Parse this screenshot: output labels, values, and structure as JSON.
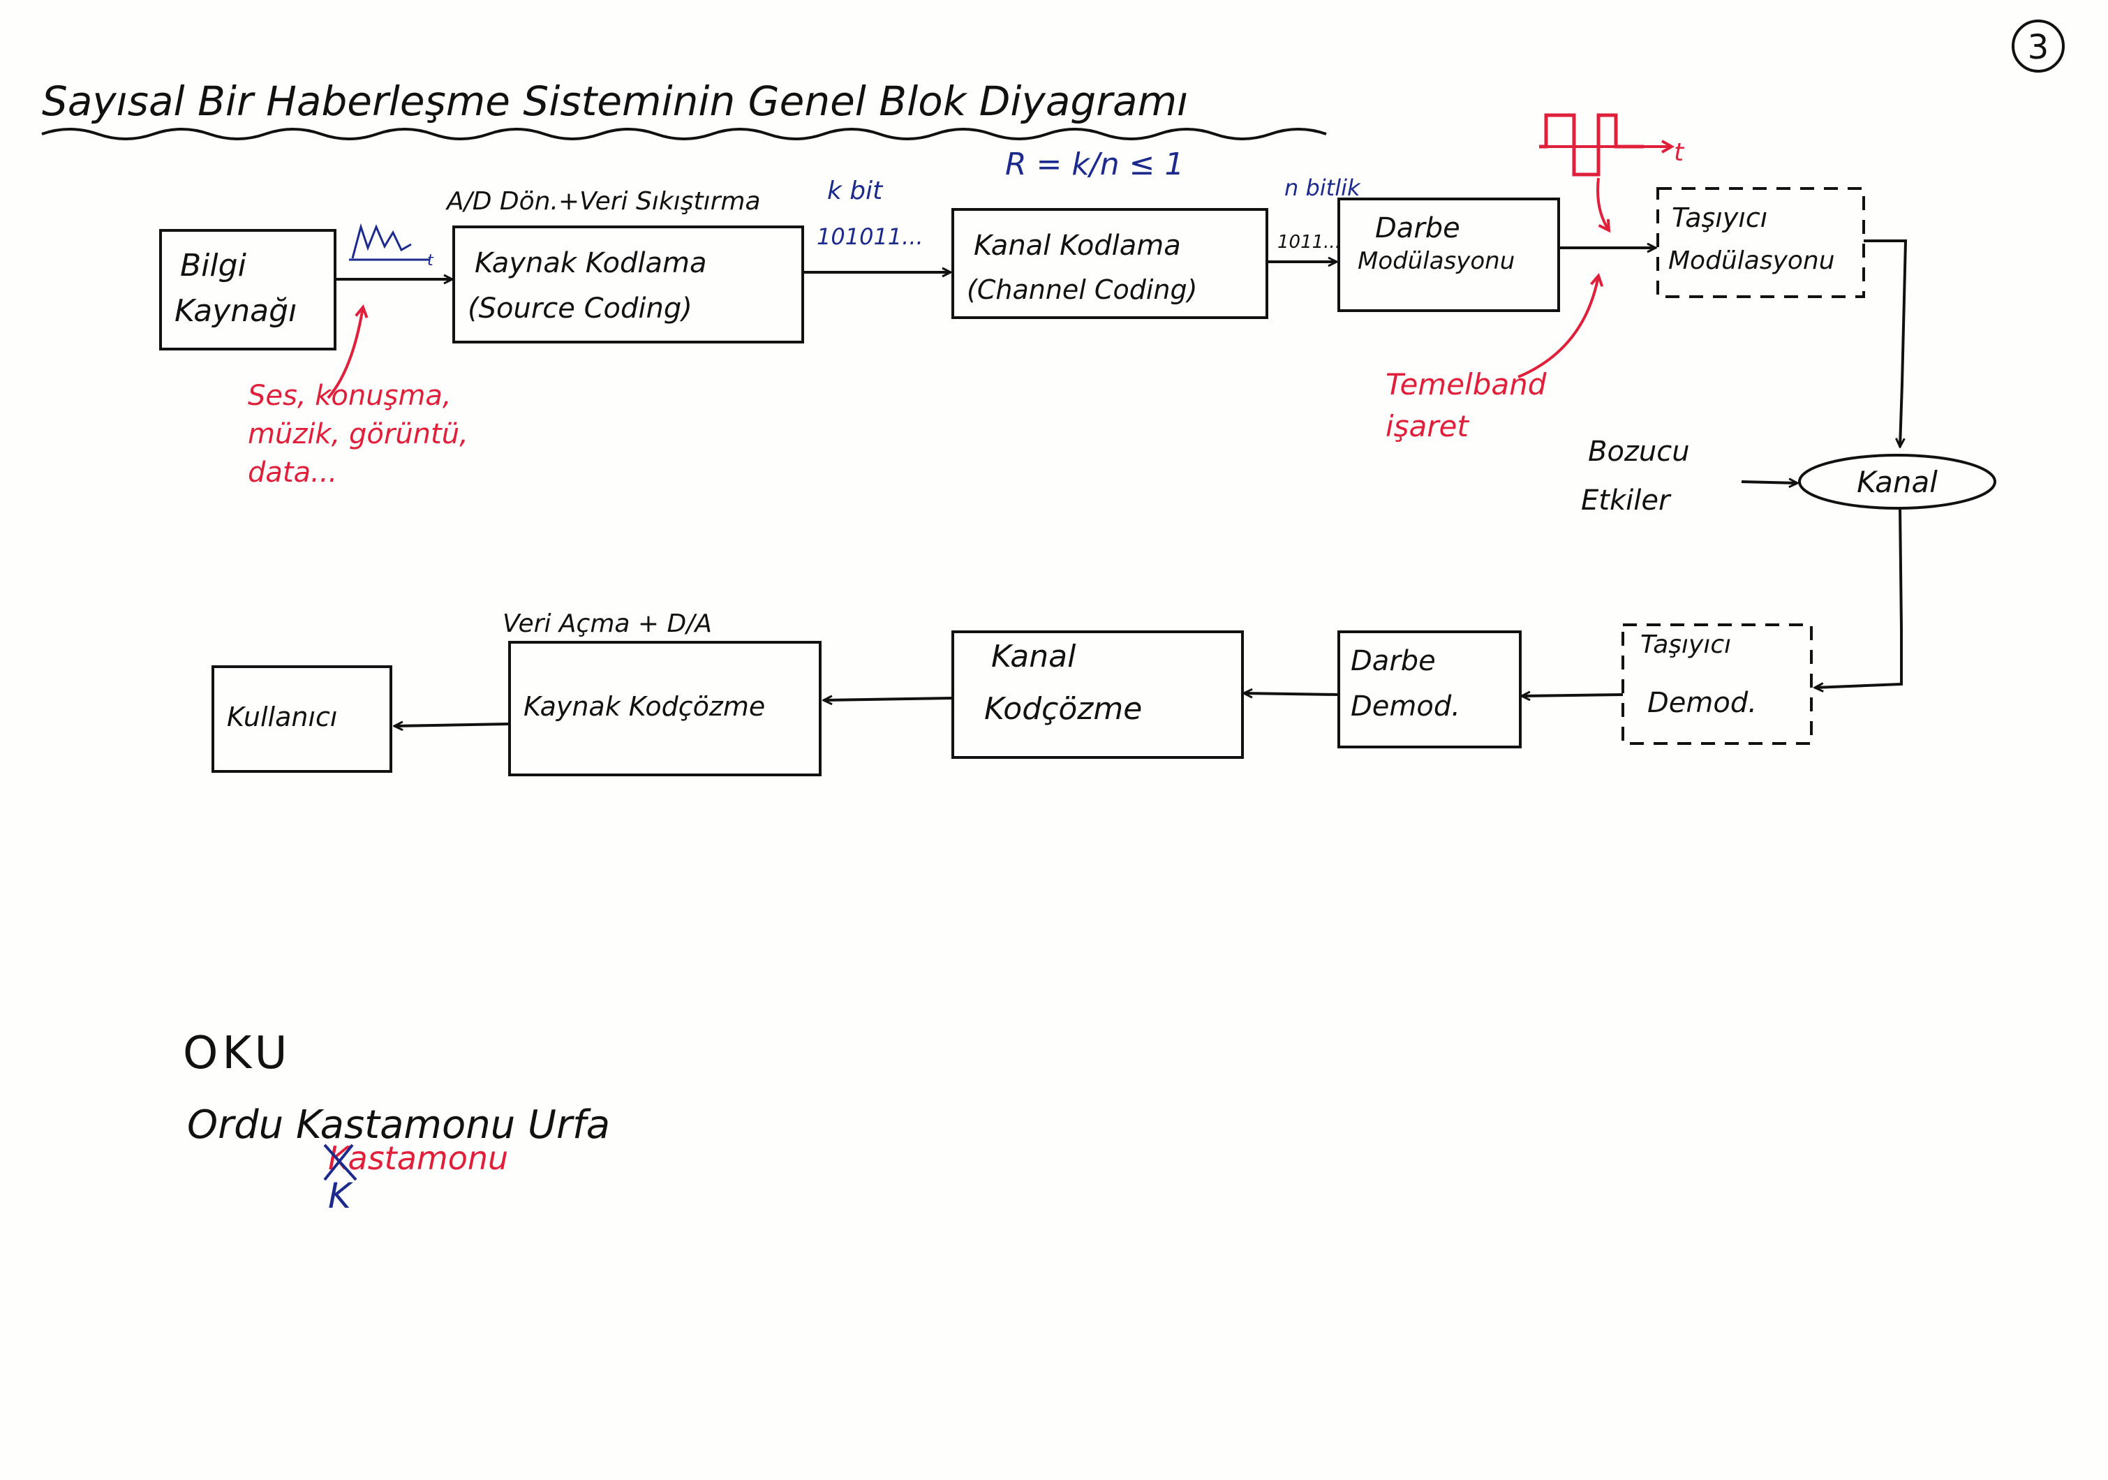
{
  "page_number": "3",
  "title": "Sayısal Bir Haberleşme Sisteminin Genel Blok Diyagramı",
  "colors": {
    "ink": "#111111",
    "red": "#e0203a",
    "blue": "#1b2a8c",
    "paper": "#fefefc"
  },
  "blocks": {
    "bilgi_kaynagi": [
      "Bilgi",
      "Kaynağı"
    ],
    "kaynak_kodlama": [
      "Kaynak Kodlama",
      "(Source Coding)"
    ],
    "kanal_kodlama": [
      "Kanal Kodlama",
      "(Channel Coding)"
    ],
    "darbe_modulasyonu": [
      "Darbe",
      "Modülasyonu"
    ],
    "tasiyici_modulasyonu": [
      "Taşıyıcı",
      "Modülasyonu"
    ],
    "kanal": "Kanal",
    "tasiyici_demod": [
      "Taşıyıcı",
      "Demod."
    ],
    "darbe_demod": [
      "Darbe",
      "Demod."
    ],
    "kanal_kodcozme": [
      "Kanal",
      "Kodçözme"
    ],
    "kaynak_kodcozme": "Kaynak Kodçözme",
    "kullanici": "Kullanıcı"
  },
  "annotations": {
    "ad_label": "A/D Dön.+Veri Sıkıştırma",
    "k_bit": "k bit",
    "bits_1": "101011...",
    "rate": "R = k/n ≤ 1",
    "n_bit": "n bitlik",
    "bits_2": "1011...",
    "source_examples": [
      "Ses, konuşma,",
      "müzik, görüntü,",
      "data..."
    ],
    "temel_band": [
      "Temelband",
      "işaret"
    ],
    "bozucu_etkiler": [
      "Bozucu",
      "Etkiler"
    ],
    "veri_acma": "Veri Açma + D/A",
    "t_label": "t"
  },
  "notes": {
    "oku": "OKU",
    "line": "Ordu Kastamonu Urfa",
    "red_word": "Kastamonu",
    "blue_letter": "K"
  }
}
